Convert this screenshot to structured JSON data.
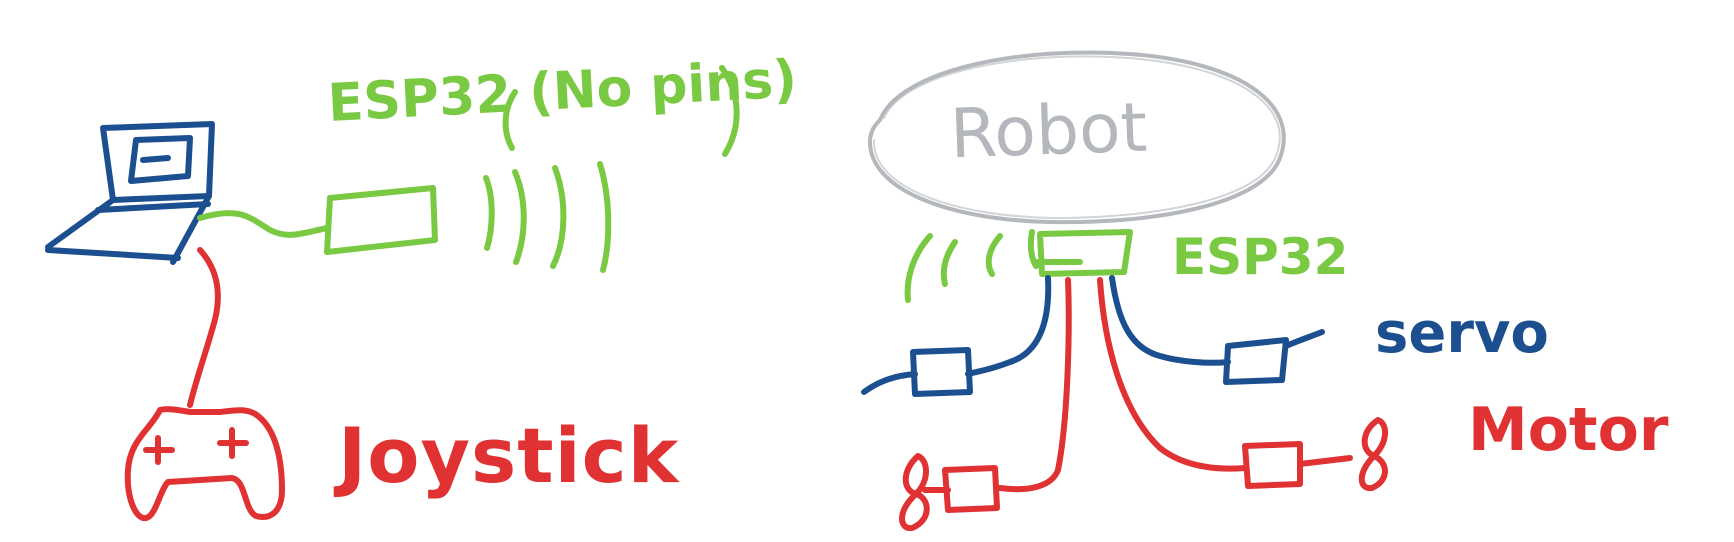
{
  "labels": {
    "esp32_left": "ESP32 (No pins)",
    "robot": "Robot",
    "esp32_right": "ESP32",
    "servo": "servo",
    "motor": "Motor",
    "joystick": "Joystick"
  },
  "colors": {
    "green": "#7ac943",
    "blue": "#1b4f8f",
    "red": "#e03232",
    "gray": "#b4b8bd",
    "background": "#ffffff"
  },
  "icons": {
    "computer": "laptop-icon",
    "controller": "gamepad-icon",
    "radio": "wireless-waves-icon"
  }
}
